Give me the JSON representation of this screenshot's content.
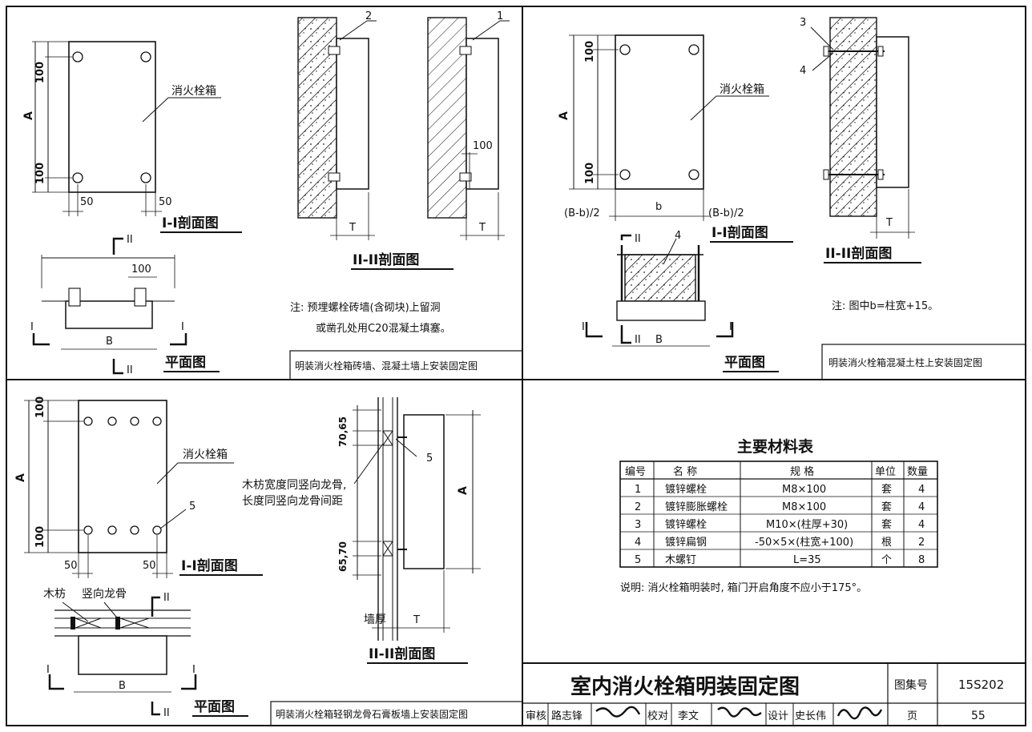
{
  "panel_tl": {
    "dims": {
      "top": "100",
      "a": "A",
      "bottom": "100",
      "left50": "50",
      "right50": "50",
      "b": "B",
      "plan100": "100",
      "sec100": "100",
      "t1": "T",
      "t2": "T"
    },
    "box_label": "消火栓箱",
    "sec1_title": "I-I剖面图",
    "sec2_title": "II-II剖面图",
    "plan_title": "平面图",
    "callouts": [
      "1",
      "2"
    ],
    "marks": {
      "sec1": "I",
      "sec2": "II"
    },
    "note_line1": "注: 预埋螺栓砖墙(含砌块)上留洞",
    "note_line2": "或凿孔处用C20混凝土填塞。",
    "caption": "明装消火栓箱砖墙、混凝土墙上安装固定图"
  },
  "panel_tr": {
    "dims": {
      "top": "100",
      "a": "A",
      "bottom": "100",
      "half_left": "(B-b)/2",
      "b_small": "b",
      "half_right": "(B-b)/2",
      "b": "B",
      "t": "T"
    },
    "box_label": "消火栓箱",
    "sec1_title": "I-I剖面图",
    "sec2_title": "II-II剖面图",
    "plan_title": "平面图",
    "callouts": [
      "3",
      "4",
      "4"
    ],
    "marks": {
      "sec1": "I",
      "sec2": "II"
    },
    "note": "注: 图中b=柱宽+15。",
    "caption": "明装消火栓箱混凝土柱上安装固定图"
  },
  "panel_bl": {
    "dims": {
      "top": "100",
      "a": "A",
      "bottom": "100",
      "left50": "50",
      "right50": "50",
      "b": "B",
      "d1": "70,65",
      "d2": "65,70",
      "a_right": "A",
      "t": "T"
    },
    "box_label": "消火栓箱",
    "callout5": "5",
    "callout5b": "5",
    "wood_note_line1": "木枋宽度同竖向龙骨,",
    "wood_note_line2": "长度同竖向龙骨间距",
    "wood_label": "木枋",
    "stud_label": "竖向龙骨",
    "wall_thickness": "墙厚",
    "sec1_title": "I-I剖面图",
    "sec2_title": "II-II剖面图",
    "plan_title": "平面图",
    "marks": {
      "sec1": "I",
      "sec2": "II"
    },
    "caption": "明装消火栓箱轻钢龙骨石膏板墙上安装固定图"
  },
  "materials": {
    "title": "主要材料表",
    "headers": [
      "编号",
      "名 称",
      "规 格",
      "单位",
      "数量"
    ],
    "rows": [
      [
        "1",
        "镀锌螺栓",
        "M8×100",
        "套",
        "4"
      ],
      [
        "2",
        "镀锌膨胀螺栓",
        "M8×100",
        "套",
        "4"
      ],
      [
        "3",
        "镀锌螺栓",
        "M10×(柱厚+30)",
        "套",
        "4"
      ],
      [
        "4",
        "镀锌扁钢",
        "-50×5×(柱宽+100)",
        "根",
        "2"
      ],
      [
        "5",
        "木螺钉",
        "L=35",
        "个",
        "8"
      ]
    ],
    "note": "说明: 消火栓箱明装时, 箱门开启角度不应小于175°。"
  },
  "title_block": {
    "title": "室内消火栓箱明装固定图",
    "atlas_label": "图集号",
    "atlas_no": "15S202",
    "review_label": "审核",
    "review_name": "路志锋",
    "check_label": "校对",
    "check_name": "李文",
    "design_label": "设计",
    "design_name": "史长伟",
    "page_label": "页",
    "page_no": "55"
  }
}
